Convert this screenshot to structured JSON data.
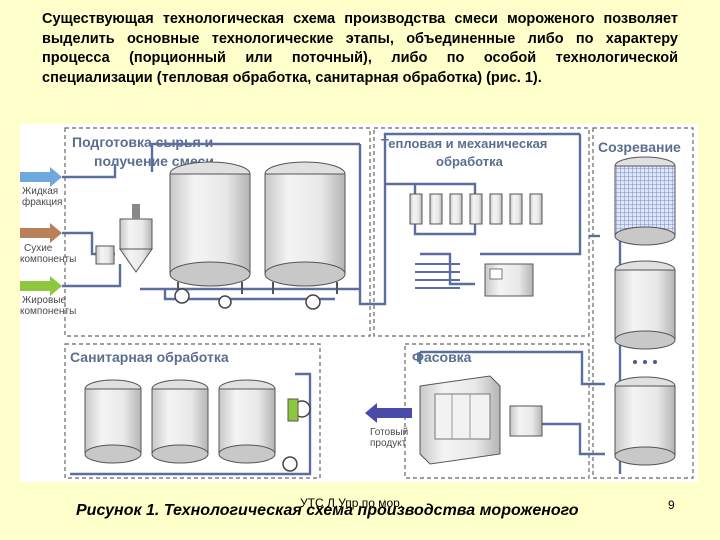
{
  "slide": {
    "intro_text": "Существующая технологическая схема производства смеси мороженого позволяет выделить основные технологические этапы, объединенные либо по характеру процесса (порционный или поточный), либо по особой технологической специализации (тепловая обработка, санитарная обработка) (рис. 1).",
    "caption": "Рисунок 1. Технологическая схема производства мороженого",
    "footer": "УТС Л.Упр.по мор.",
    "page_number": "9"
  },
  "diagram": {
    "sections": {
      "prep_line1": "Подготовка сырья и",
      "prep_line2": "получение смеси",
      "thermal_line1": "Тепловая и механическая",
      "thermal_line2": "обработка",
      "aging": "Созревание",
      "sanitary": "Санитарная обработка",
      "packing": "Фасовка"
    },
    "inputs": {
      "liquid_line1": "Жидкая",
      "liquid_line2": "фракция",
      "dry_line1": "Сухие",
      "dry_line2": "компоненты",
      "fat_line1": "Жировые",
      "fat_line2": "компоненты"
    },
    "output": {
      "line1": "Готовый",
      "line2": "продукт"
    },
    "colors": {
      "section_title": "#5a6f8f",
      "pipe": "#5a6fa0",
      "liquid_arrow": "#6fa8dc",
      "dry_arrow": "#b9805a",
      "fat_arrow": "#8dc63f",
      "output_arrow": "#4a4aa8",
      "border": "#666666"
    }
  }
}
